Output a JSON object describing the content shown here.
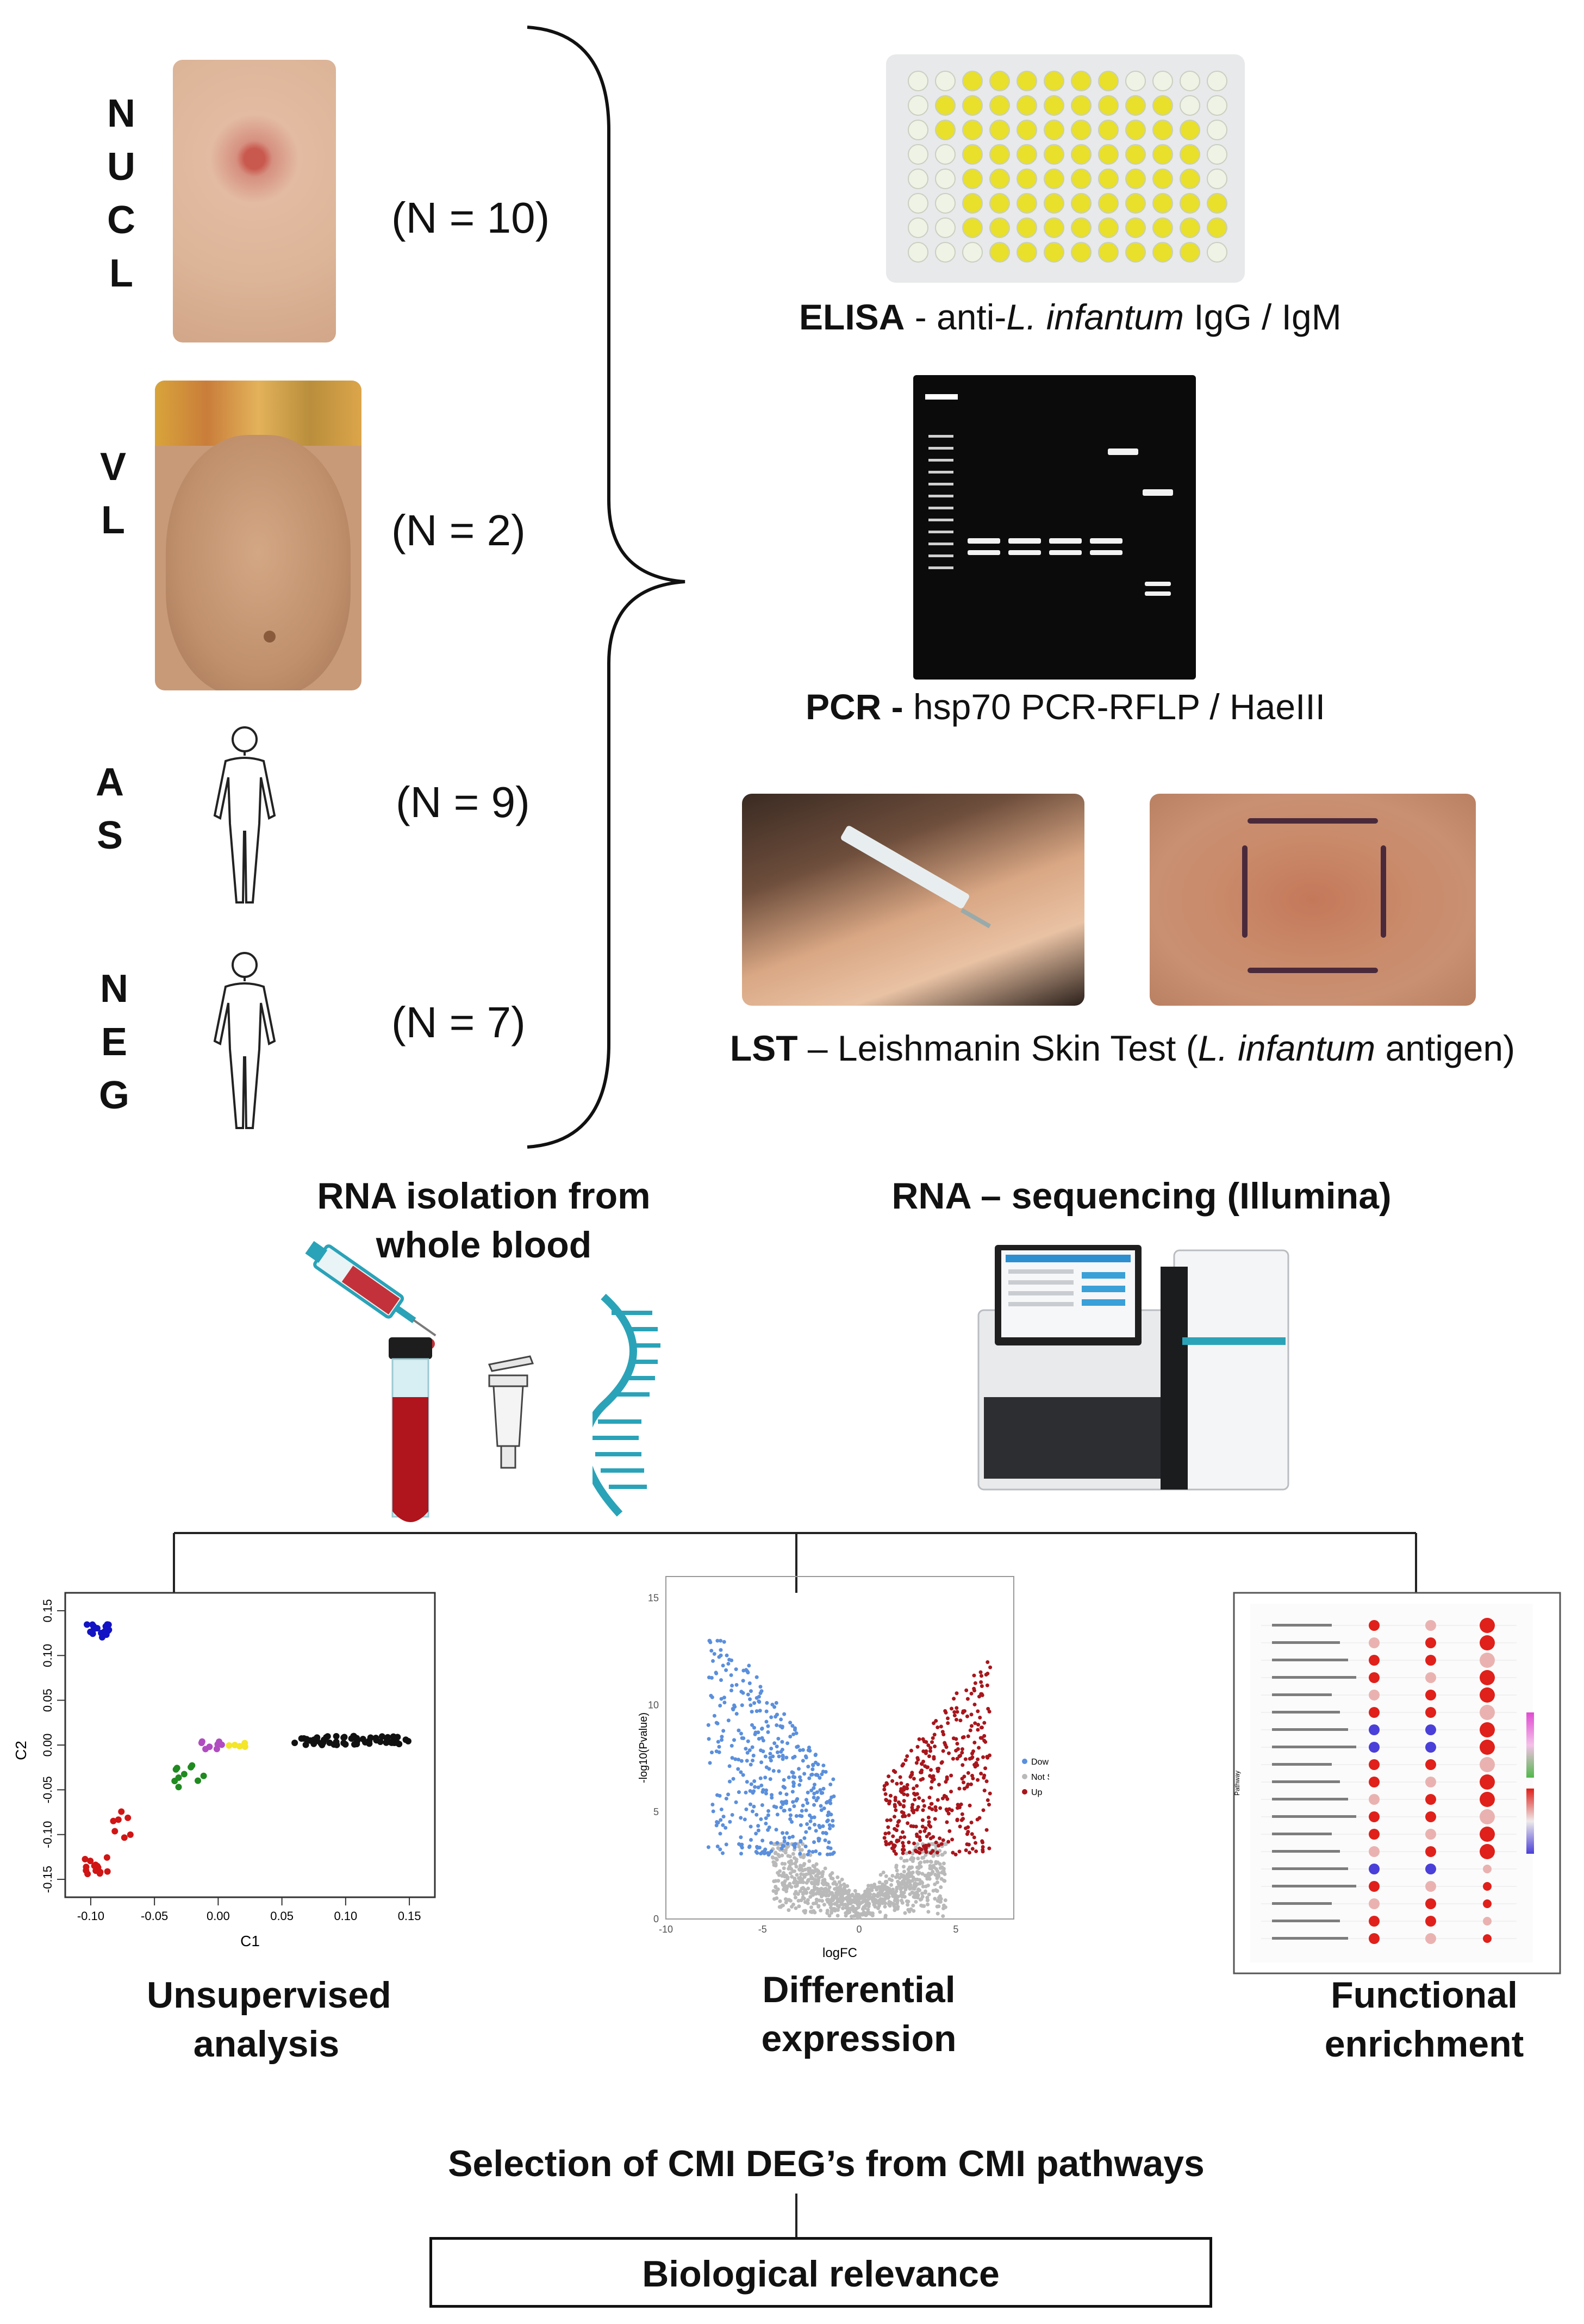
{
  "groups": [
    {
      "label": "NUCL",
      "count": "(N = 10)"
    },
    {
      "label": "VL",
      "count": "(N = 2)"
    },
    {
      "label": "AS",
      "count": "(N = 9)"
    },
    {
      "label": "NEG",
      "count": "(N = 7)"
    }
  ],
  "tests": {
    "elisa": {
      "bold": "ELISA",
      "pre": " - anti-",
      "italic": "L. infantum",
      "post": " IgG / IgM"
    },
    "pcr": {
      "bold": "PCR -",
      "text": " hsp70 PCR-RFLP / HaeIII"
    },
    "lst": {
      "bold": "LST",
      "pre": " – Leishmanin Skin Test (",
      "italic": "L. infantum",
      "post": " antigen)"
    }
  },
  "steps": {
    "rna_isolation": "RNA isolation from whole blood",
    "rna_seq": "RNA – sequencing (Illumina)",
    "selection": "Selection of CMI DEG’s from CMI pathways",
    "relevance": "Biological relevance"
  },
  "analyses": {
    "unsupervised": "Unsupervised analysis",
    "differential": "Differential expression",
    "functional": "Functional enrichment"
  },
  "pca_plot": {
    "xlabel": "C1",
    "ylabel": "C2",
    "xticks": [
      "-0.10",
      "-0.05",
      "0.00",
      "0.05",
      "0.10",
      "0.15"
    ],
    "yticks": [
      "-0.15",
      "-0.10",
      "-0.05",
      "0.00",
      "0.05",
      "0.10",
      "0.15"
    ]
  },
  "volcano_plot": {
    "xlabel": "logFC",
    "ylabel": "-log10(Pvalue)",
    "xticks": [
      "-10",
      "-5",
      "0",
      "5"
    ],
    "yticks": [
      "0",
      "5",
      "10",
      "15"
    ],
    "legend": [
      "Down",
      "Not Sig",
      "Up"
    ]
  },
  "enrichment_plot": {
    "ylabel": "Pathway",
    "colors": {
      "high": "#e0201a",
      "low": "#4a3fd8",
      "mid": "#e9b2b0"
    }
  },
  "colors": {
    "elisa_yellow": "#e8e02a",
    "down": "#5b8fdc",
    "up": "#a8161c",
    "notsig": "#b9b9b9",
    "seq_teal": "#2aa3b8",
    "blood": "#b0141c"
  }
}
